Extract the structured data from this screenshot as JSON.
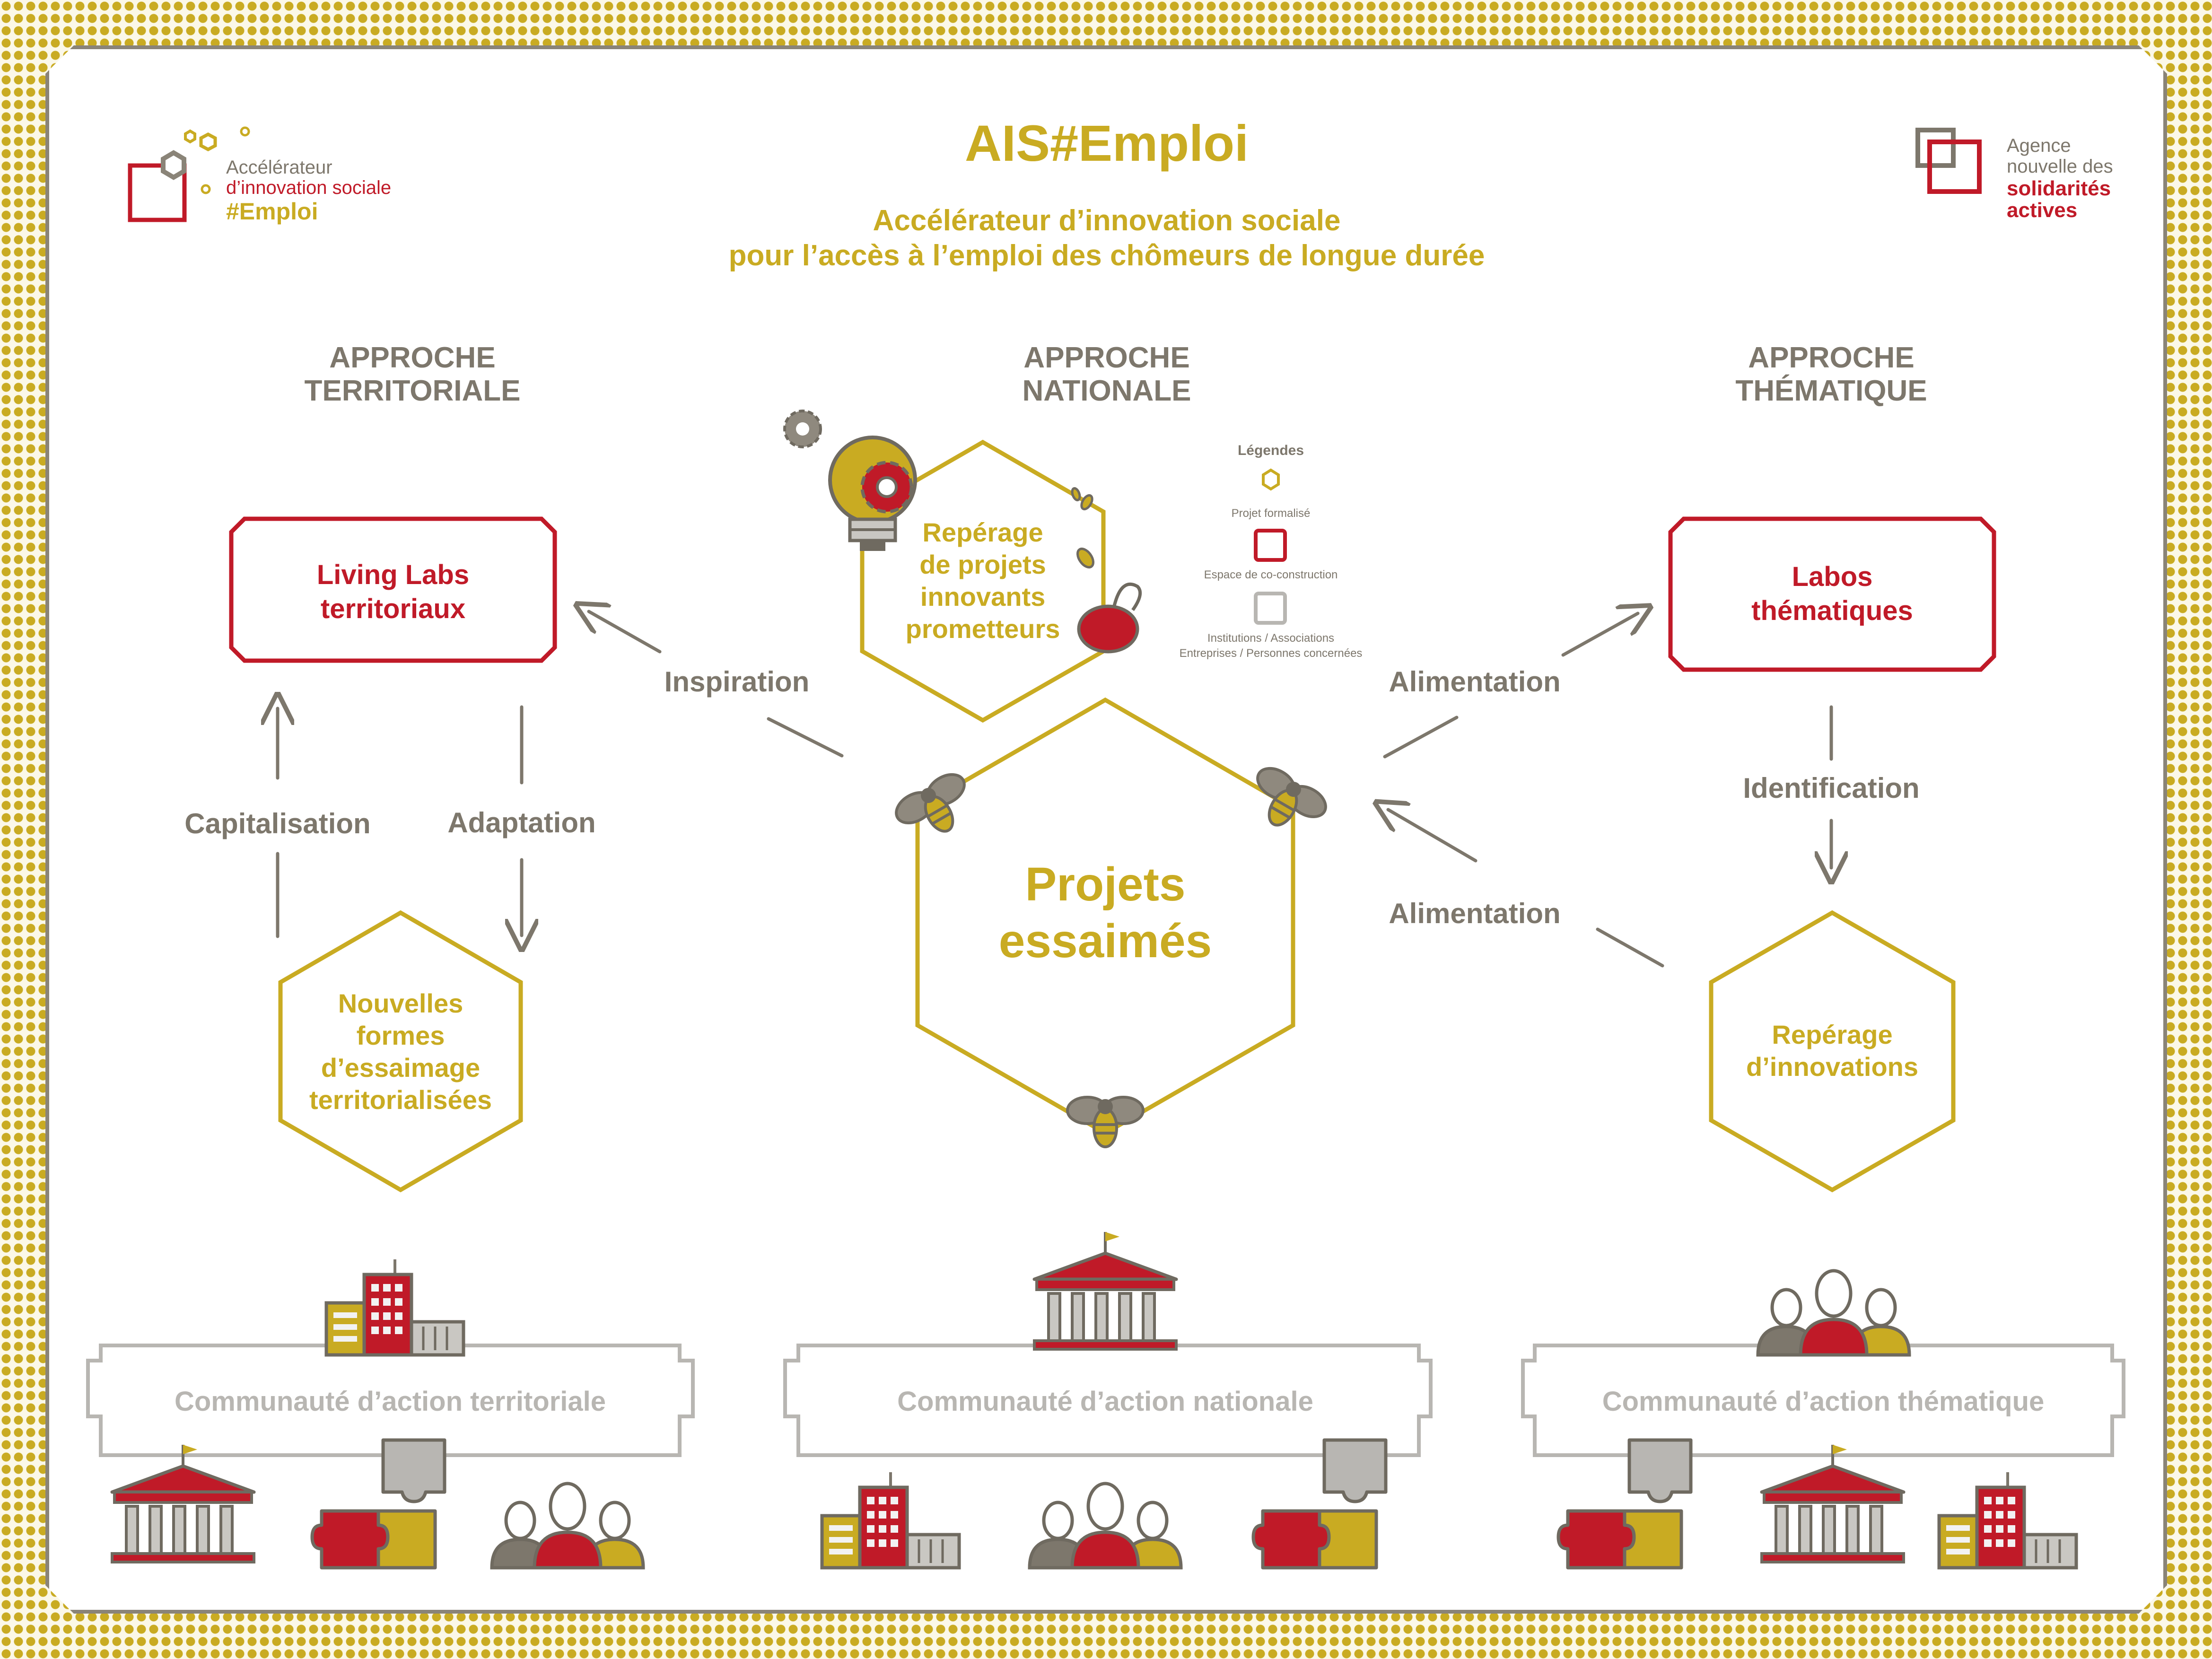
{
  "colors": {
    "gold": "#c9ab22",
    "red": "#c01a28",
    "grey": "#7d776c",
    "light_grey": "#b8b6b2"
  },
  "header": {
    "title": "AIS#Emploi",
    "subtitle_line1": "Accélérateur d’innovation sociale",
    "subtitle_line2": "pour l’accès à l’emploi des chômeurs de longue durée"
  },
  "logo_left": {
    "line1": "Accélérateur",
    "line2": "d’innovation sociale",
    "line3": "#Emploi"
  },
  "logo_right": {
    "line1": "Agence",
    "line2": "nouvelle des",
    "line3": "solidarités",
    "line4": "actives"
  },
  "approaches": {
    "territorial": {
      "line1": "APPROCHE",
      "line2": "TERRITORIALE"
    },
    "national": {
      "line1": "APPROCHE",
      "line2": "NATIONALE"
    },
    "thematic": {
      "line1": "APPROCHE",
      "line2": "THÉMATIQUE"
    }
  },
  "legend": {
    "title": "Légendes",
    "items": [
      {
        "label": "Projet formalisé",
        "shape": "hexagon",
        "color": "#c9ab22"
      },
      {
        "label": "Espace de co-construction",
        "shape": "square",
        "color": "#c01a28"
      },
      {
        "label_line1": "Institutions / Associations",
        "label_line2": "Entreprises / Personnes concernées",
        "shape": "square",
        "color": "#b8b6b2"
      }
    ]
  },
  "nodes": {
    "living_labs": {
      "line1": "Living Labs",
      "line2": "territoriaux"
    },
    "labos": {
      "line1": "Labos",
      "line2": "thématiques"
    },
    "reperage_projets": {
      "line1": "Repérage",
      "line2": "de projets",
      "line3": "innovants",
      "line4": "prometteurs"
    },
    "projets_essaimes": {
      "line1": "Projets",
      "line2": "essaimés"
    },
    "nouvelles_formes": {
      "line1": "Nouvelles",
      "line2": "formes",
      "line3": "d’essaimage",
      "line4": "territorialisées"
    },
    "reperage_innovations": {
      "line1": "Repérage",
      "line2": "d’innovations"
    }
  },
  "flows": {
    "inspiration": "Inspiration",
    "alimentation_top": "Alimentation",
    "alimentation_bottom": "Alimentation",
    "capitalisation": "Capitalisation",
    "adaptation": "Adaptation",
    "identification": "Identification"
  },
  "communities": {
    "territorial": "Communauté d’action territoriale",
    "national": "Communauté d’action nationale",
    "thematic": "Communauté d’action thématique"
  }
}
